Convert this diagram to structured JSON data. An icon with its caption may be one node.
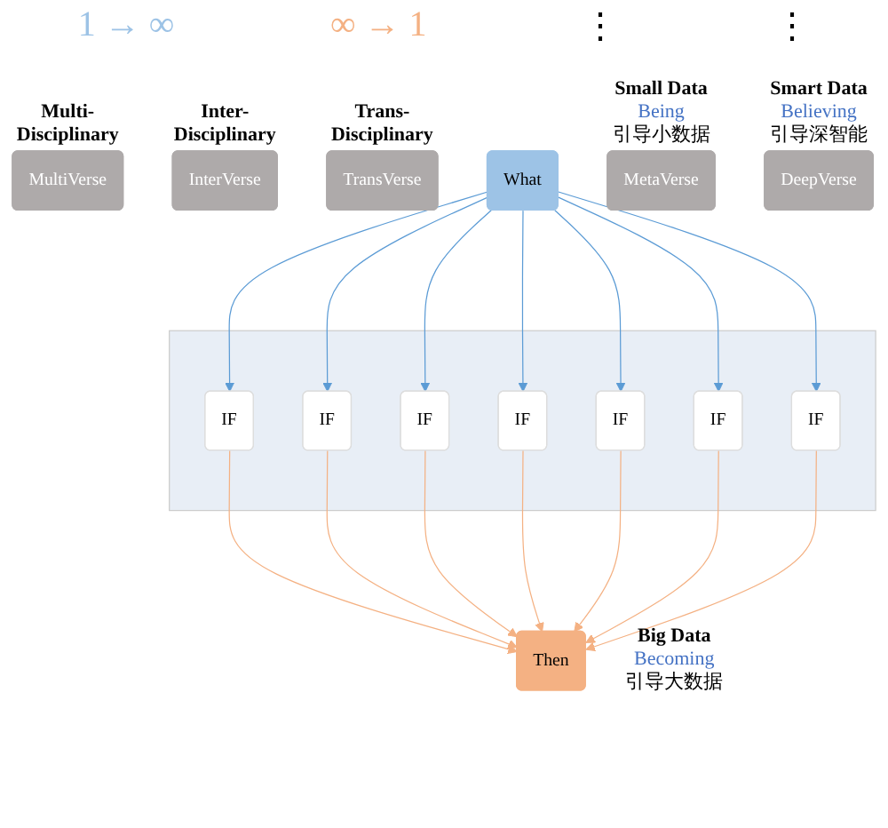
{
  "diagram": {
    "nodes": [
      {
        "text": [
          "MultiVerse"
        ],
        "beside": [
          "Multi- Disciplinary"
        ]
      },
      {
        "text": [
          "InterVerse"
        ],
        "beside": [
          "Inter- Disciplinary"
        ]
      },
      {
        "text": [
          "TransVerse"
        ],
        "beside": [
          "Trans- Disciplinary"
        ]
      },
      {
        "text": [
          "What"
        ]
      },
      {
        "text": [],
        "shape": "bar",
        "beside": [
          "Big Data",
          "Becoming",
          "引导大数据"
        ]
      },
      {
        "text": [
          "IF"
        ],
        "in": 4
      },
      {
        "text": [
          "IF"
        ],
        "in": 4
      },
      {
        "text": [
          "IF"
        ],
        "in": 4
      },
      {
        "text": [
          "IF"
        ],
        "in": 4
      },
      {
        "text": [
          "IF"
        ],
        "in": 4
      },
      {
        "text": [
          "IF"
        ],
        "in": 4
      },
      {
        "text": [
          "IF"
        ],
        "in": 4
      },
      {
        "text": [
          "Then"
        ]
      },
      {
        "text": [
          "MetaVerse"
        ],
        "beside": [
          "Small Data",
          "Being",
          "引导小数据"
        ]
      },
      {
        "text": [
          "DeepVerse"
        ],
        "beside": [
          "Smart Data",
          "Believing",
          "引导深智能"
        ]
      }
    ],
    "edges": [
      {
        "from": 3,
        "to": 5,
        "arrow": "to",
        "color": "#5b9bd5"
      },
      {
        "from": 3,
        "to": 6,
        "arrow": "to",
        "color": "#5b9bd5"
      },
      {
        "from": 3,
        "to": 7,
        "arrow": "to",
        "color": "#5b9bd5"
      },
      {
        "from": 3,
        "to": 8,
        "arrow": "to",
        "color": "#5b9bd5"
      },
      {
        "from": 3,
        "to": 9,
        "arrow": "to",
        "color": "#5b9bd5"
      },
      {
        "from": 3,
        "to": 10,
        "arrow": "to",
        "color": "#5b9bd5"
      },
      {
        "from": 3,
        "to": 11,
        "arrow": "to",
        "color": "#5b9bd5"
      },
      {
        "from": 5,
        "to": 12,
        "arrow": "to",
        "color": "#f4b183"
      },
      {
        "from": 6,
        "to": 12,
        "arrow": "to",
        "color": "#f4b183"
      },
      {
        "from": 7,
        "to": 12,
        "arrow": "to",
        "color": "#f4b183"
      },
      {
        "from": 8,
        "to": 12,
        "arrow": "to",
        "color": "#f4b183"
      },
      {
        "from": 9,
        "to": 12,
        "arrow": "to",
        "color": "#f4b183"
      },
      {
        "from": 10,
        "to": 12,
        "arrow": "to",
        "color": "#f4b183"
      },
      {
        "from": 11,
        "to": 12,
        "arrow": "to",
        "color": "#f4b183"
      }
    ],
    "labels": [
      "1 → ∞",
      "∞ → 1",
      "⋮",
      "⋮"
    ]
  }
}
